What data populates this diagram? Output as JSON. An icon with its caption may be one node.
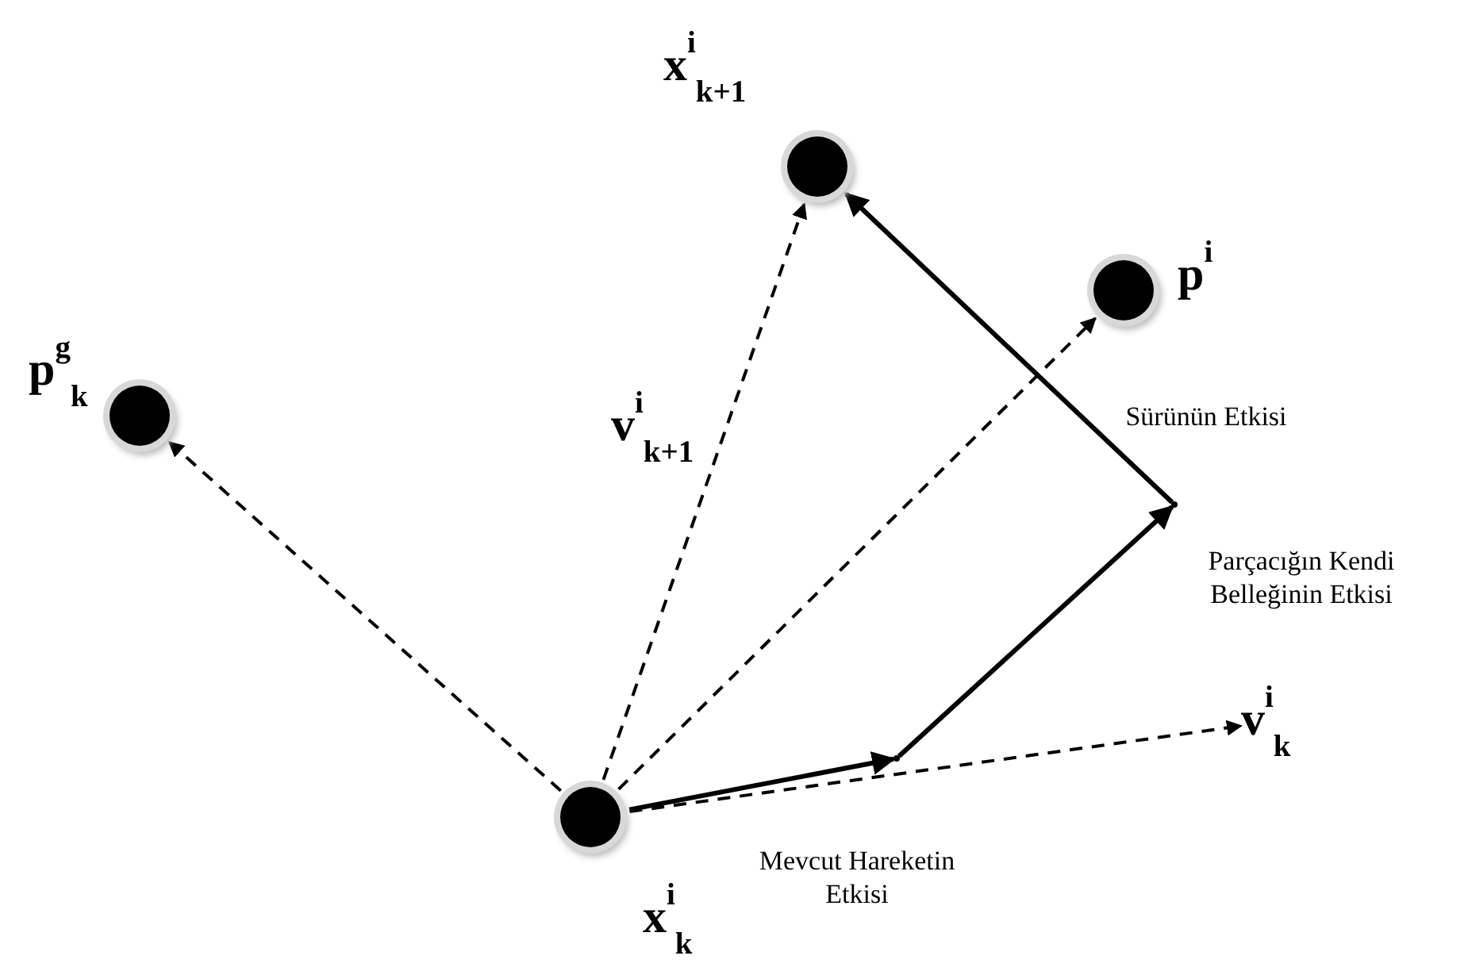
{
  "diagram": {
    "nodes": [
      {
        "text": [],
        "shape": "circle",
        "beside": [
          "x$^{i}$$_{k+1}$"
        ]
      },
      {
        "text": [],
        "shape": "circle",
        "beside": [
          "p$^{i}$"
        ]
      },
      {
        "text": [],
        "shape": "circle",
        "beside": [
          "p$^{g}$$_{k}$"
        ]
      },
      {
        "text": [
          "v$^{i}$$_{k}$"
        ]
      },
      {
        "text": [],
        "shape": "circle",
        "beside": [
          "x$^{i}$$_{k}$"
        ]
      },
      {
        "text": [],
        "shape": "point"
      },
      {
        "text": [],
        "shape": "point"
      }
    ],
    "edges": [
      {
        "from": 4,
        "to": 2,
        "arrow": "to",
        "style": "dashed"
      },
      {
        "from": 4,
        "to": 1,
        "arrow": "to",
        "style": "dashed"
      },
      {
        "from": 4,
        "to": 0,
        "arrow": "to",
        "style": "dashed",
        "label": "v$^{i}$$_{k+1}$"
      },
      {
        "from": 4,
        "to": 3,
        "arrow": "to",
        "style": "dashed"
      },
      {
        "from": 4,
        "to": 5,
        "arrow": "to",
        "label": "Mevcut Hareketin Etkisi"
      },
      {
        "from": 5,
        "to": 6,
        "arrow": "to",
        "label": "Parçacığın Kendi Belleğinin Etkisi"
      },
      {
        "from": 6,
        "to": 0,
        "arrow": "to",
        "label": "Sürünün Etkisi"
      }
    ]
  }
}
